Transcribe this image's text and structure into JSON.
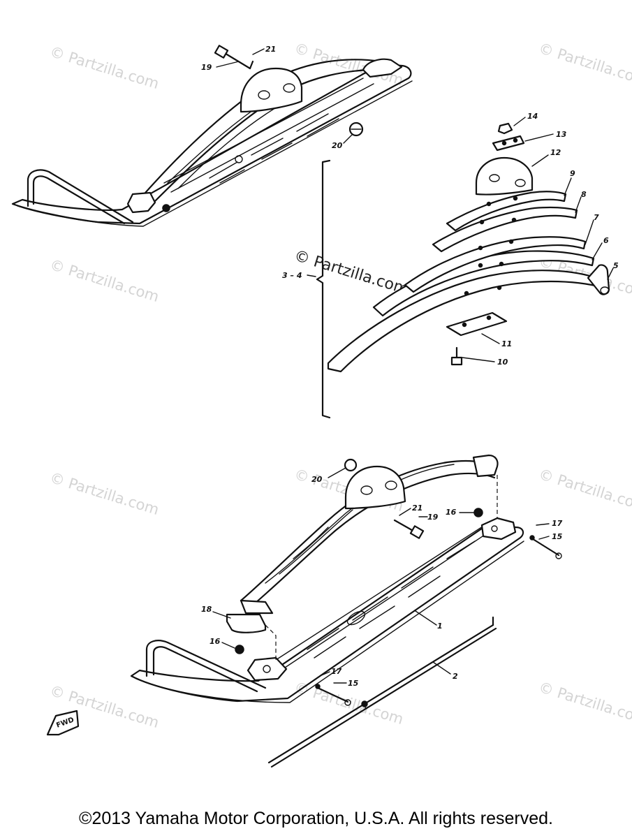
{
  "watermark": "© Partzilla.com",
  "watermark_center": "© Partzilla.com",
  "copyright": "©2013 Yamaha Motor Corporation, U.S.A. All rights reserved.",
  "callouts": {
    "c21_top": "21",
    "c19_top": "19",
    "c20_top": "20",
    "c14": "14",
    "c13": "13",
    "c12": "12",
    "c9": "9",
    "c8": "8",
    "c7": "7",
    "c6": "6",
    "c5": "5",
    "c11": "11",
    "c10": "10",
    "c34": "3 – 4",
    "c20_bot": "20",
    "c21_bot": "21",
    "c19_bot": "19",
    "c16_top": "16",
    "c17_right": "17",
    "c15_right": "15",
    "c18": "18",
    "c1": "1",
    "c16_bot": "16",
    "c17_bot": "17",
    "c15_bot": "15",
    "c2": "2"
  },
  "fwd_label": "FWD"
}
